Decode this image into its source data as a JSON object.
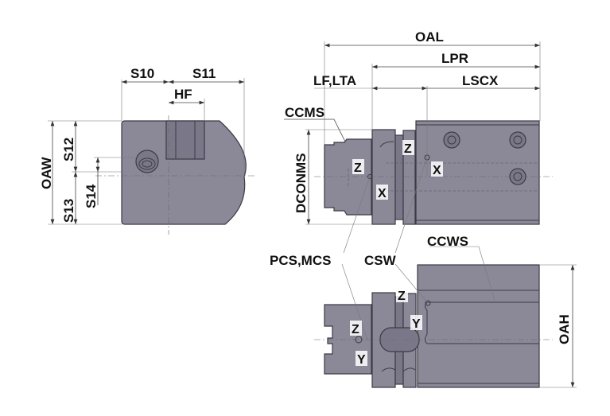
{
  "colors": {
    "body": "#8b8998",
    "outline": "#3a3a44",
    "text": "#111111"
  },
  "side_view": {
    "labels": {
      "s10": "S10",
      "s11": "S11",
      "hf": "HF",
      "oaw": "OAW",
      "s12": "S12",
      "s13": "S13",
      "s14": "S14"
    }
  },
  "front_view": {
    "labels": {
      "oal": "OAL",
      "lpr": "LPR",
      "lf_lta": "LF,LTA",
      "lscx": "LSCX",
      "ccms": "CCMS",
      "dconms": "DCONMS"
    },
    "axes": {
      "z1": "Z",
      "x1": "X",
      "z2": "Z",
      "x2": "X"
    }
  },
  "top_view": {
    "labels": {
      "pcs_mcs": "PCS,MCS",
      "csw": "CSW",
      "ccws": "CCWS",
      "oah": "OAH"
    },
    "axes": {
      "z1": "Z",
      "y1": "Y",
      "z2": "Z",
      "y2": "Y"
    }
  }
}
